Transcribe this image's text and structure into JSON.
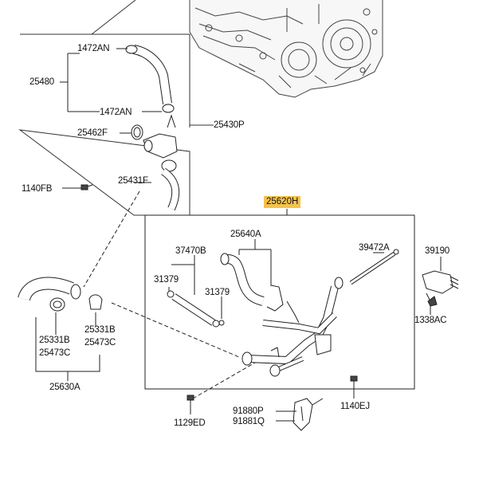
{
  "labels": {
    "p1472AN_top": "1472AN",
    "p25480": "25480",
    "p1472AN_bot": "1472AN",
    "p25462F": "25462F",
    "p25430P": "25430P",
    "p1140FB": "1140FB",
    "p25431F": "25431F",
    "p25620H": "25620H",
    "p25640A": "25640A",
    "p37470B": "37470B",
    "p31379_a": "31379",
    "p31379_b": "31379",
    "p39472A": "39472A",
    "p39190": "39190",
    "p1338AC": "1338AC",
    "p25331B_l": "25331B",
    "p25473C_l": "25473C",
    "p25331B_r": "25331B",
    "p25473C_r": "25473C",
    "p25630A": "25630A",
    "p1129ED": "1129ED",
    "p91880P": "91880P",
    "p91881Q": "91881Q",
    "p1140EJ": "1140EJ"
  },
  "highlight_color": "#f5c24a"
}
